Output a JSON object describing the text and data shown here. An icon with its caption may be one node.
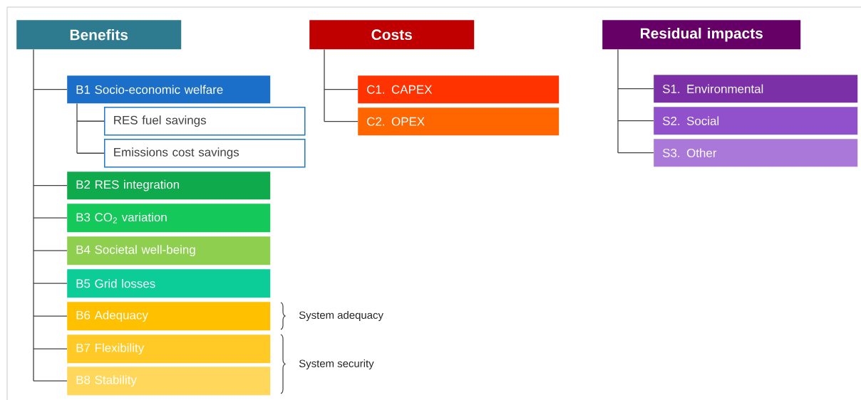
{
  "diagram": {
    "nodes": [
      {
        "text": [
          "Benefits"
        ]
      },
      {
        "text": [
          "B1 Socio-economic welfare"
        ]
      },
      {
        "text": [
          "RES fuel savings"
        ]
      },
      {
        "text": [
          "Emissions cost savings"
        ]
      },
      {
        "text": [
          "B2 RES integration"
        ]
      },
      {
        "text": [
          "B3 CO$_{2}$ variation"
        ]
      },
      {
        "text": [
          "B4 Societal well-being"
        ]
      },
      {
        "text": [
          "B5 Grid losses"
        ]
      },
      {
        "text": [
          "B6 Adequacy"
        ]
      },
      {
        "text": [
          "B7 Flexibility"
        ]
      },
      {
        "text": [
          "B8 Stability"
        ]
      },
      {
        "text": [
          "Costs"
        ]
      },
      {
        "text": [
          "C1. CAPEX"
        ]
      },
      {
        "text": [
          "C2. OPEX"
        ]
      },
      {
        "text": [
          "Residual impacts"
        ]
      },
      {
        "text": [
          "S1. Environmental"
        ]
      },
      {
        "text": [
          "S2. Social"
        ]
      },
      {
        "text": [
          "S3. Other"
        ]
      }
    ],
    "edges": [
      {
        "from": 0,
        "to": 1,
        "arrow": "none"
      },
      {
        "from": 1,
        "to": 2,
        "arrow": "none"
      },
      {
        "from": 1,
        "to": 3,
        "arrow": "none"
      },
      {
        "from": 0,
        "to": 4,
        "arrow": "none"
      },
      {
        "from": 0,
        "to": 5,
        "arrow": "none"
      },
      {
        "from": 0,
        "to": 6,
        "arrow": "none"
      },
      {
        "from": 0,
        "to": 7,
        "arrow": "none"
      },
      {
        "from": 0,
        "to": 8,
        "arrow": "none"
      },
      {
        "from": 0,
        "to": 9,
        "arrow": "none"
      },
      {
        "from": 0,
        "to": 10,
        "arrow": "none"
      },
      {
        "from": 11,
        "to": 12,
        "arrow": "none"
      },
      {
        "from": 11,
        "to": 13,
        "arrow": "none"
      },
      {
        "from": 14,
        "to": 15,
        "arrow": "none"
      },
      {
        "from": 14,
        "to": 16,
        "arrow": "none"
      },
      {
        "from": 14,
        "to": 17,
        "arrow": "none"
      }
    ],
    "labels": [
      "System adequacy",
      "System security"
    ]
  }
}
